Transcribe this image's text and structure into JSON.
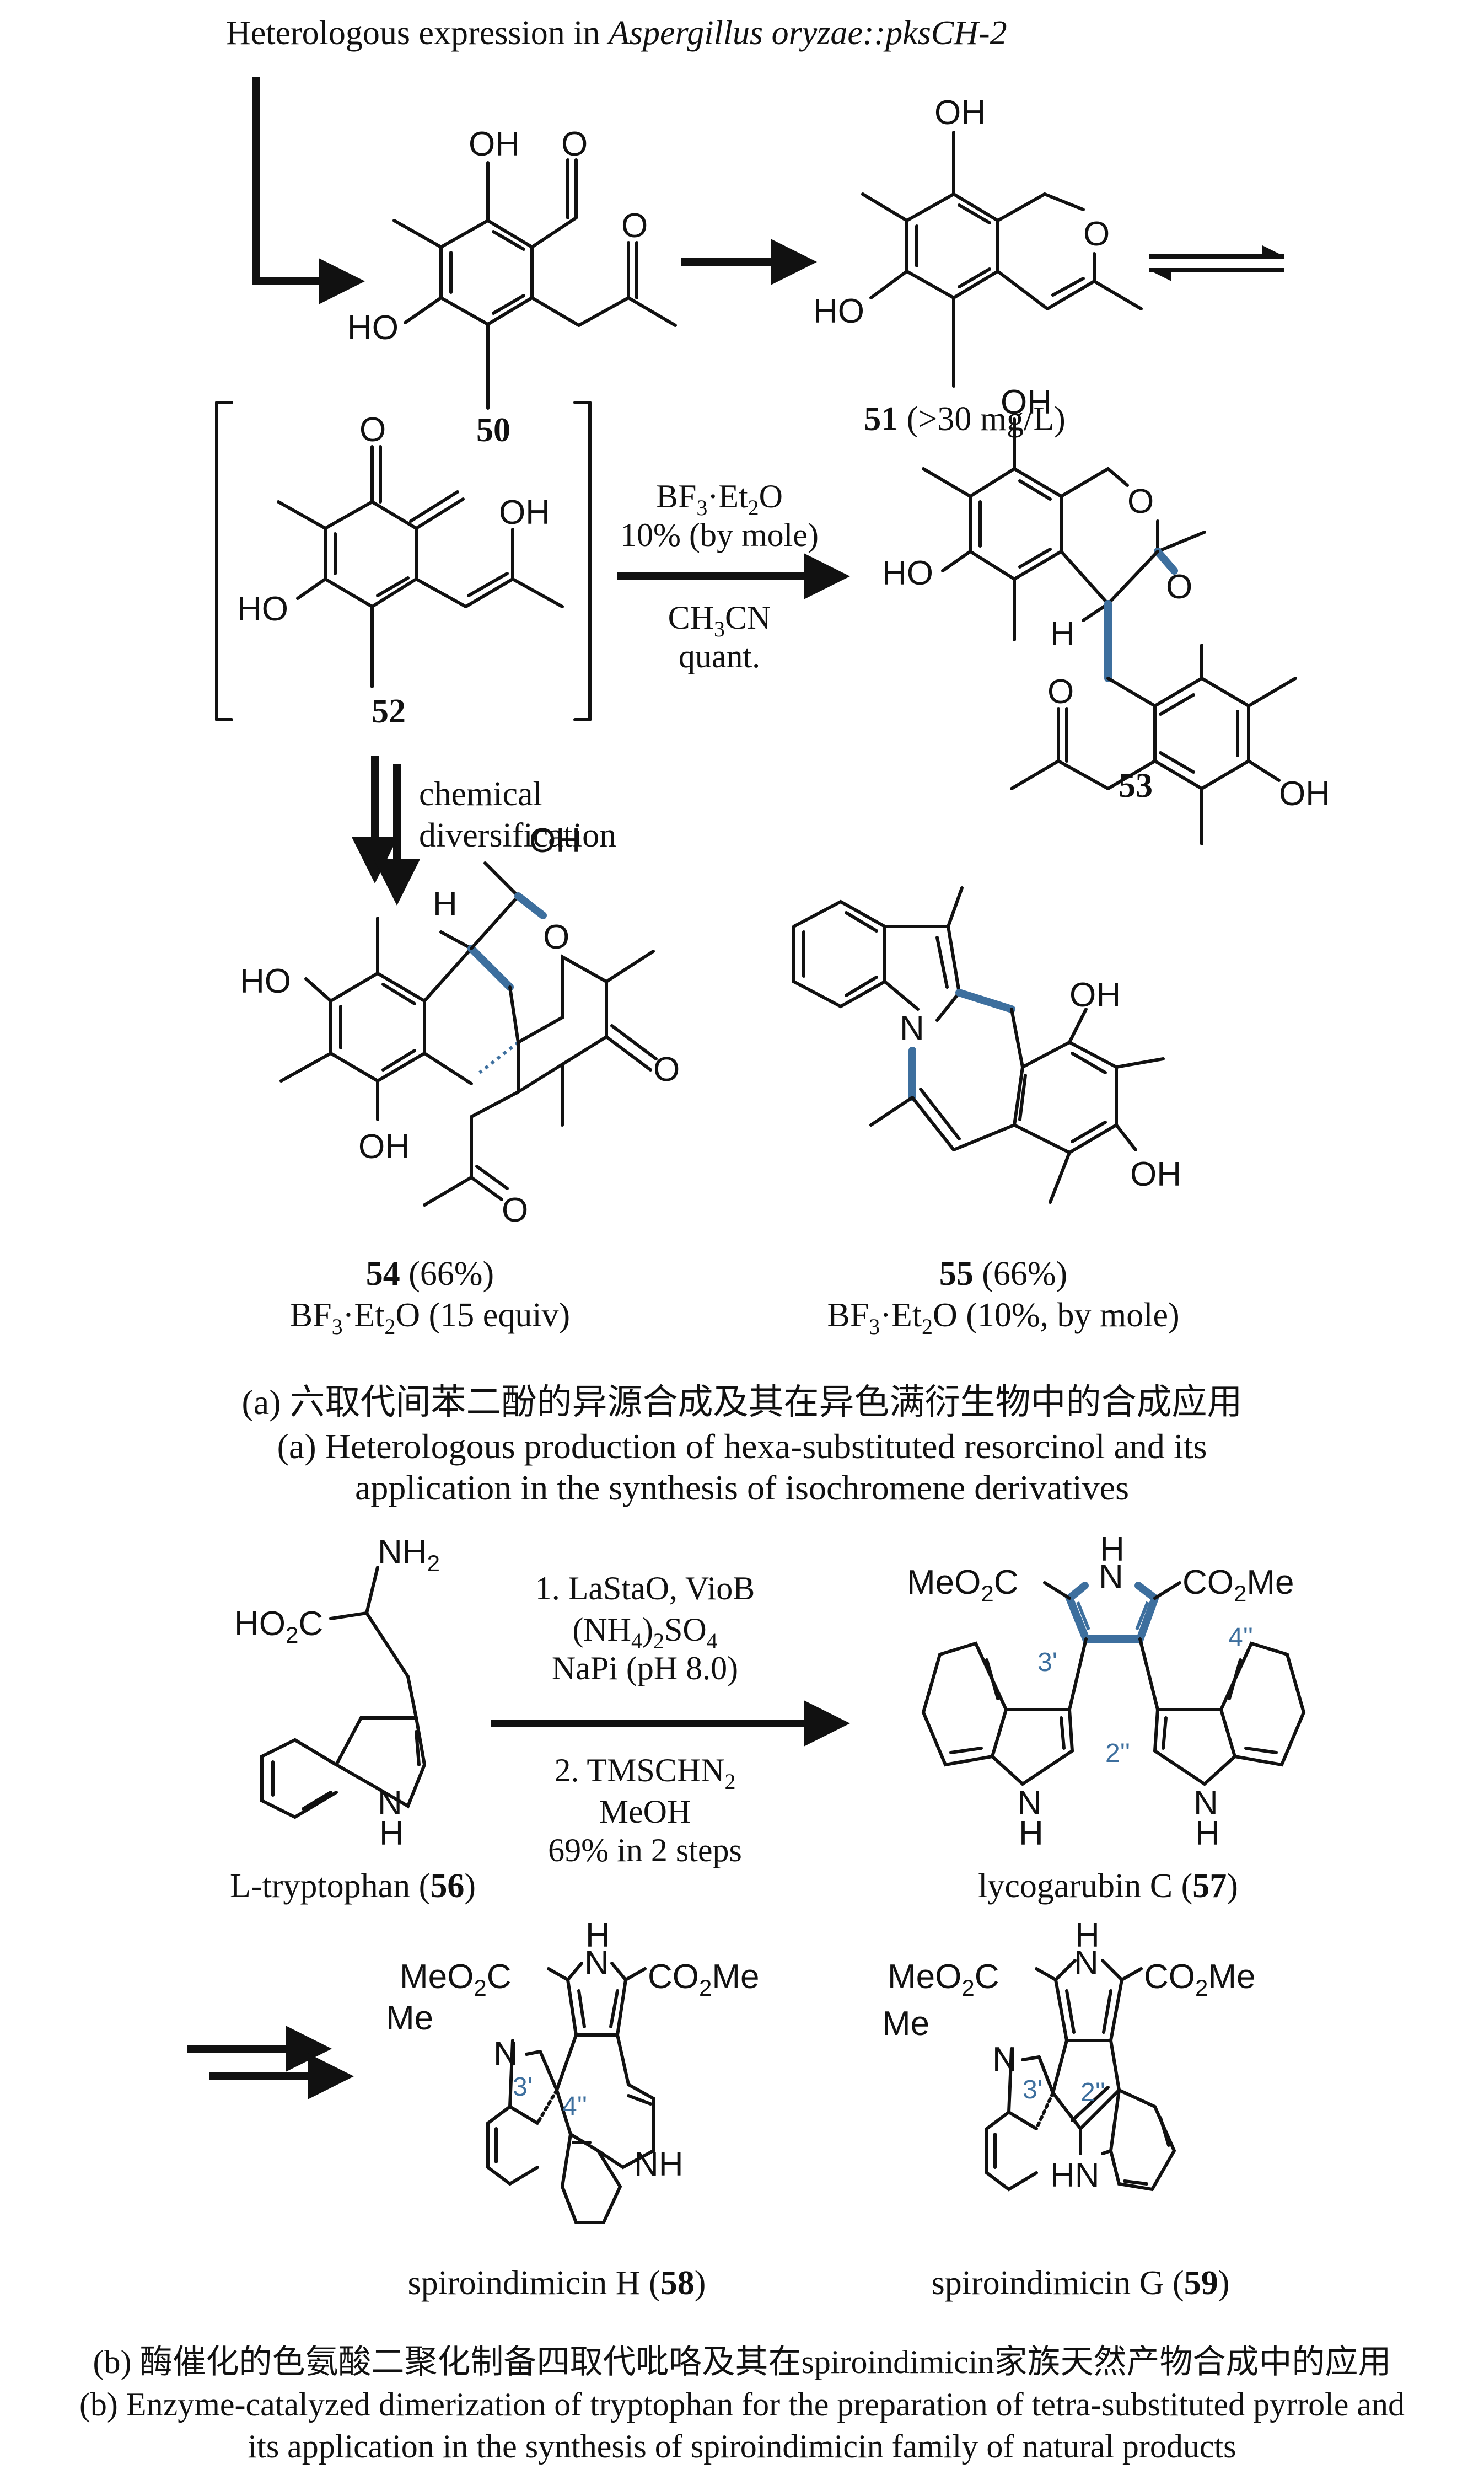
{
  "header": {
    "text_plain": "Heterologous expression in ",
    "text_italic": "Aspergillus oryzae::pksCH-2"
  },
  "colors": {
    "highlight": "#3d6f9e",
    "ink": "#111111"
  },
  "part_a": {
    "compounds": {
      "c50": {
        "number": "50"
      },
      "c51": {
        "number": "51",
        "note": " (>30 mg/L)"
      },
      "c52": {
        "number": "52"
      },
      "c53": {
        "number": "53"
      },
      "c54": {
        "number": "54",
        "yield": " (66%)",
        "reagent_a": "BF",
        "reagent_sub1": "3",
        "reagent_b": "·Et",
        "reagent_sub2": "2",
        "reagent_c": "O (15 equiv)"
      },
      "c55": {
        "number": "55",
        "yield": " (66%)",
        "reagent_a": "BF",
        "reagent_sub1": "3",
        "reagent_b": "·Et",
        "reagent_sub2": "2",
        "reagent_c": "O (10%, by mole)"
      }
    },
    "conditions_52_53": {
      "line1_a": "BF",
      "line1_sub1": "3",
      "line1_b": "·Et",
      "line1_sub2": "2",
      "line1_c": "O",
      "line2": "10% (by mole)",
      "line3_a": "CH",
      "line3_sub": "3",
      "line3_b": "CN",
      "line4": "quant."
    },
    "diversification": {
      "line1": "chemical",
      "line2": "diversification"
    },
    "caption_zh": "(a) 六取代间苯二酚的异源合成及其在异色满衍生物中的合成应用",
    "caption_en_1": "(a) Heterologous production of hexa-substituted resorcinol and its",
    "caption_en_2": "application in the synthesis of isochromene derivatives"
  },
  "part_b": {
    "compounds": {
      "c56": {
        "name": "L-tryptophan (",
        "number": "56",
        "close": ")"
      },
      "c57": {
        "name": "lycogarubin C (",
        "number": "57",
        "close": ")"
      },
      "c58": {
        "name": "spiroindimicin H (",
        "number": "58",
        "close": ")"
      },
      "c59": {
        "name": "spiroindimicin G (",
        "number": "59",
        "close": ")"
      }
    },
    "conditions": {
      "step1_l1": "1. LaStaO, VioB",
      "step1_l2_a": "(NH",
      "step1_l2_sub1": "4",
      "step1_l2_b": ")",
      "step1_l2_sub2": "2",
      "step1_l2_c": "SO",
      "step1_l2_sub3": "4",
      "step1_l3": "NaPi (pH 8.0)",
      "step2_l1_a": "2. TMSCHN",
      "step2_l1_sub": "2",
      "step2_l2": "MeOH",
      "step2_l3": "69% in 2 steps"
    },
    "position_labels": {
      "p3prime": "3'",
      "p4dprime": "4''",
      "p2dprime": "2''"
    },
    "atom_labels": {
      "nh2": "NH",
      "nh2_sub": "2",
      "ho2c": "HO",
      "ho2c_sub": "2",
      "ho2c_c": "C",
      "meo2c": "MeO",
      "meo2c_sub": "2",
      "meo2c_c": "C",
      "co2me": "CO",
      "co2me_sub": "2",
      "co2me_c": "Me",
      "n": "N",
      "h": "H",
      "nh": "NH",
      "hn": "HN",
      "me": "Me"
    },
    "caption_zh": "(b) 酶催化的色氨酸二聚化制备四取代吡咯及其在spiroindimicin家族天然产物合成中的应用",
    "caption_en_1": "(b) Enzyme-catalyzed dimerization of tryptophan for the preparation of tetra-substituted pyrrole and",
    "caption_en_2": "its application in the synthesis of spiroindimicin family of natural products"
  },
  "atoms": {
    "oh": "OH",
    "ho": "HO",
    "o": "O",
    "h": "H",
    "n": "N"
  }
}
